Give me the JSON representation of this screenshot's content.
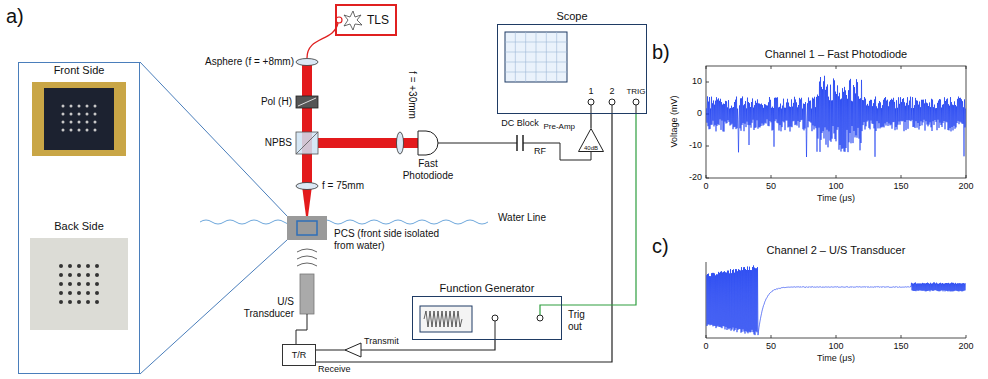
{
  "diagram": {
    "nodes": [
      {
        "text": [
          "Front Side",
          "Back Side"
        ]
      },
      {
        "text": [
          "TLS"
        ]
      },
      {
        "text": [
          "Scope"
        ]
      },
      {
        "text": [
          "Pre-Amp",
          "40dB"
        ]
      },
      {
        "text": [
          "Function Generator"
        ]
      },
      {
        "text": [
          "T/R"
        ]
      }
    ],
    "edges": [
      {
        "from": 3,
        "to": 2,
        "arrow": "none"
      },
      {
        "from": 5,
        "to": 2,
        "arrow": "none"
      },
      {
        "from": 4,
        "to": 2,
        "arrow": "none"
      },
      {
        "from": 4,
        "to": 5,
        "arrow": "none"
      }
    ],
    "labels": [
      "a)",
      "Asphere (f = +8mm)",
      "Pol (H)",
      "NPBS",
      "f = 75mm",
      "f = +30mm",
      "Fast Photodiode",
      "DC Block",
      "RF",
      "1",
      "2",
      "TRIG",
      "PCS (front side isolated from water)",
      "Water Line",
      "U/S Transducer",
      "Transmit",
      "Receive",
      "Trig out",
      "b)",
      "Channel 1 – Fast Photodiode",
      "10",
      "0",
      "-10",
      "-20",
      "0",
      "50",
      "100",
      "150",
      "200",
      "Voltage (mV)",
      "Time (μs)",
      "c)",
      "Channel 2 – U/S Transducer",
      "0",
      "50",
      "100",
      "150",
      "200",
      "Time (μs)"
    ]
  }
}
